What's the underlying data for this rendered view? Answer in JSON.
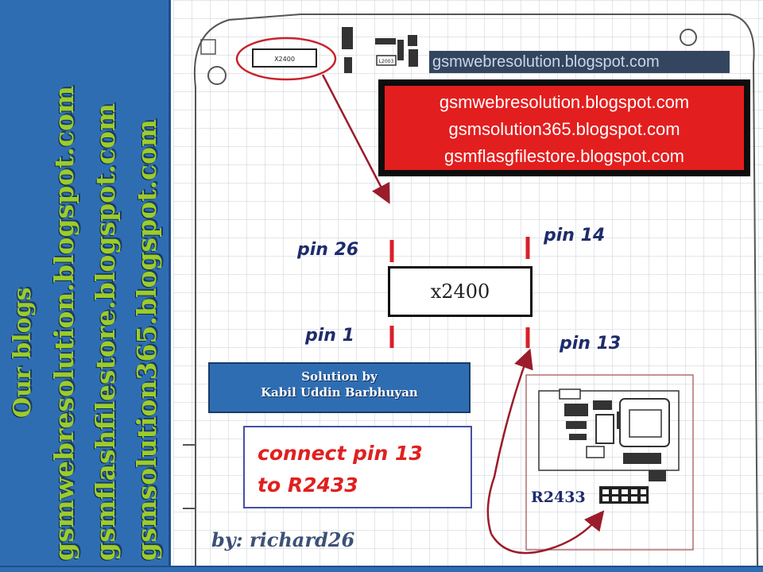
{
  "banner": {
    "heading": "Our blogs",
    "blogs": [
      "gsmwebresolution.blogspot.com",
      "gsmflashfilestore.blogspot.com",
      "gsmsolution365.blogspot.com"
    ]
  },
  "watermark": "gsmwebresolution.blogspot.com",
  "red_box": {
    "lines": [
      "gsmwebresolution.blogspot.com",
      "gsmsolution365.blogspot.com",
      "gsmflasgfilestore.blogspot.com"
    ]
  },
  "chip": {
    "label": "x2400",
    "top_component_label": "X2400",
    "component_label": "L2003"
  },
  "pins": {
    "top_left": "pin 26",
    "top_right": "pin 14",
    "bottom_left": "pin 1",
    "bottom_right": "pin 13"
  },
  "solution": {
    "line1": "Solution by",
    "line2": "Kabil Uddin Barbhuyan"
  },
  "instruction": {
    "line1": "connect pin 13",
    "line2": "to R2433"
  },
  "resistor_label": "R2433",
  "byline": "by: richard26",
  "colors": {
    "banner_blue": "#2f6db3",
    "banner_text_green": "#9ccc2a",
    "highlight_red": "#e31e1e",
    "arrow_maroon": "#9b1c2a",
    "pin_marker_red": "#d8202a",
    "label_navy": "#1f2b6b"
  }
}
